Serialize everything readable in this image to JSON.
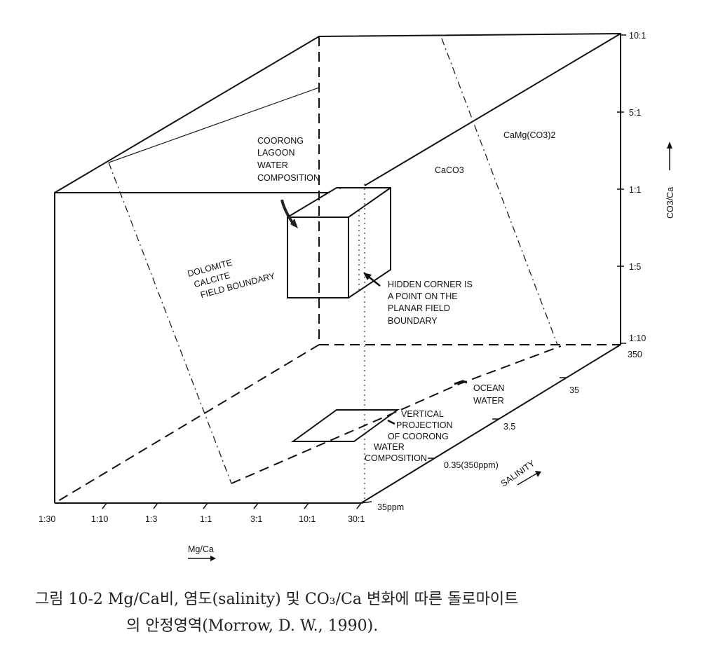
{
  "diagram": {
    "mgca_axis": {
      "label": "Mg/Ca",
      "ticks": [
        "1:30",
        "1:10",
        "1:3",
        "1:1",
        "3:1",
        "10:1",
        "30:1"
      ]
    },
    "co3ca_axis": {
      "label": "CO3/Ca",
      "ticks": [
        "10:1",
        "5:1",
        "1:1",
        "1:5",
        "1:10"
      ]
    },
    "salinity_axis": {
      "label": "SALINITY",
      "ticks": [
        "350",
        "35",
        "3.5",
        "0.35(350ppm)",
        "35ppm"
      ]
    },
    "annotations": {
      "coorong": [
        "COORONG",
        "LAGOON",
        "WATER",
        "COMPOSITION"
      ],
      "boundary": [
        "DOLOMITE",
        "CALCITE",
        "FIELD BOUNDARY"
      ],
      "hidden": [
        "HIDDEN CORNER IS",
        "A POINT ON THE",
        "PLANAR FIELD",
        "BOUNDARY"
      ],
      "ocean": [
        "OCEAN",
        "WATER"
      ],
      "projection": [
        "VERTICAL",
        "PROJECTION",
        "OF COORONG",
        "WATER",
        "COMPOSITION"
      ],
      "caco3": "CaCO3",
      "camgco3": "CaMg(CO3)2"
    }
  },
  "caption": {
    "line1": "그림 10-2  Mg/Ca비, 염도(salinity) 및 CO₃/Ca 변화에 따른 돌로마이트",
    "line2": "의 안정영역(Morrow, D. W., 1990)."
  }
}
